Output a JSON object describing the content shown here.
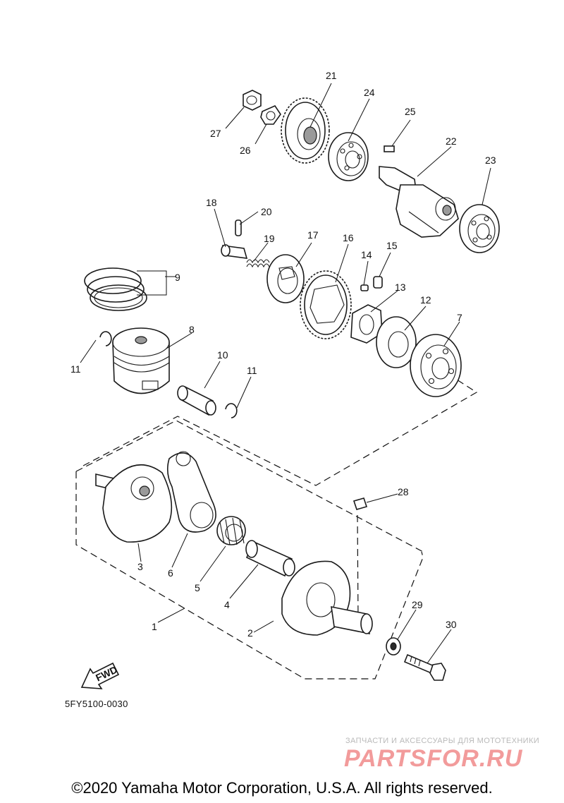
{
  "diagram": {
    "callouts": [
      "1",
      "2",
      "3",
      "4",
      "5",
      "6",
      "7",
      "8",
      "9",
      "10",
      "11",
      "11",
      "12",
      "13",
      "14",
      "15",
      "16",
      "17",
      "18",
      "19",
      "20",
      "21",
      "22",
      "23",
      "24",
      "25",
      "26",
      "27",
      "28",
      "29",
      "30"
    ],
    "fwd_label": "FWD",
    "diagram_code": "5FY5100-0030"
  },
  "watermark": {
    "tagline": "ЗАПЧАСТИ И АКСЕССУАРЫ ДЛЯ МОТОТЕХНИКИ",
    "brand": "PARTSFOR.RU"
  },
  "footer": {
    "copyright": "©2020 Yamaha Motor Corporation, U.S.A. All rights reserved."
  }
}
